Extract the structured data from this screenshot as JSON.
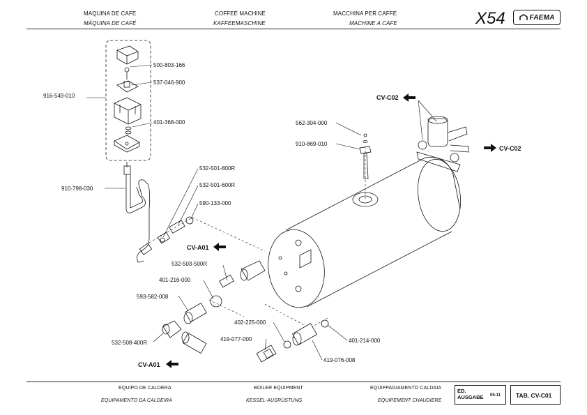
{
  "header": {
    "col1": [
      "MAQUINA DE CAFE",
      "MÁQUINA DE CAFÉ"
    ],
    "col2": [
      "COFFEE MACHINE",
      "KAFFEEMASCHINE"
    ],
    "col3": [
      "MACCHINA PER CAFFE",
      "MACHINE A CAFE"
    ],
    "model": "X54",
    "brand": "FAEMA"
  },
  "footer": {
    "col1": [
      "EQUIPO DE CALDERA",
      "EQUIPAMENTO DA CALDEIRA"
    ],
    "col2": [
      "BOILER EQUIPMENT",
      "KESSEL-AUSRÜSTUNG"
    ],
    "col3": [
      "EQUIPPAGIAMENTO CALDAIA",
      "EQUIPEMENT CHAUDIERE"
    ],
    "edition_label": [
      "ED.",
      "AUSGABE"
    ],
    "edition_value": "05-11",
    "table": "TAB. CV-C01"
  },
  "parts": {
    "p500_803_166": "500-803-166",
    "p537_046_900": "537-046-900",
    "p916_549_010": "916-549-010",
    "p401_368_000": "401-368-000",
    "p910_798_030": "910-798-030",
    "p532_501_800R": "532-501-800R",
    "p532_501_600R": "532-501-600R",
    "p590_133_000": "590-133-000",
    "p532_503_500R": "532-503-500R",
    "p401_216_000": "401-216-000",
    "p593_582_008": "593-582-008",
    "p532_508_400R": "532-508-400R",
    "p562_304_000": "562-304-000",
    "p910_869_010": "910-869-010",
    "p402_225_000": "402-225-000",
    "p419_077_000": "419-077-000",
    "p419_076_008": "419-076-008",
    "p401_214_000": "401-214-000"
  },
  "refs": {
    "cv_c02_left": "CV-C02",
    "cv_c02_right": "CV-C02",
    "cv_a01_mid": "CV-A01",
    "cv_a01_bottom": "CV-A01"
  }
}
